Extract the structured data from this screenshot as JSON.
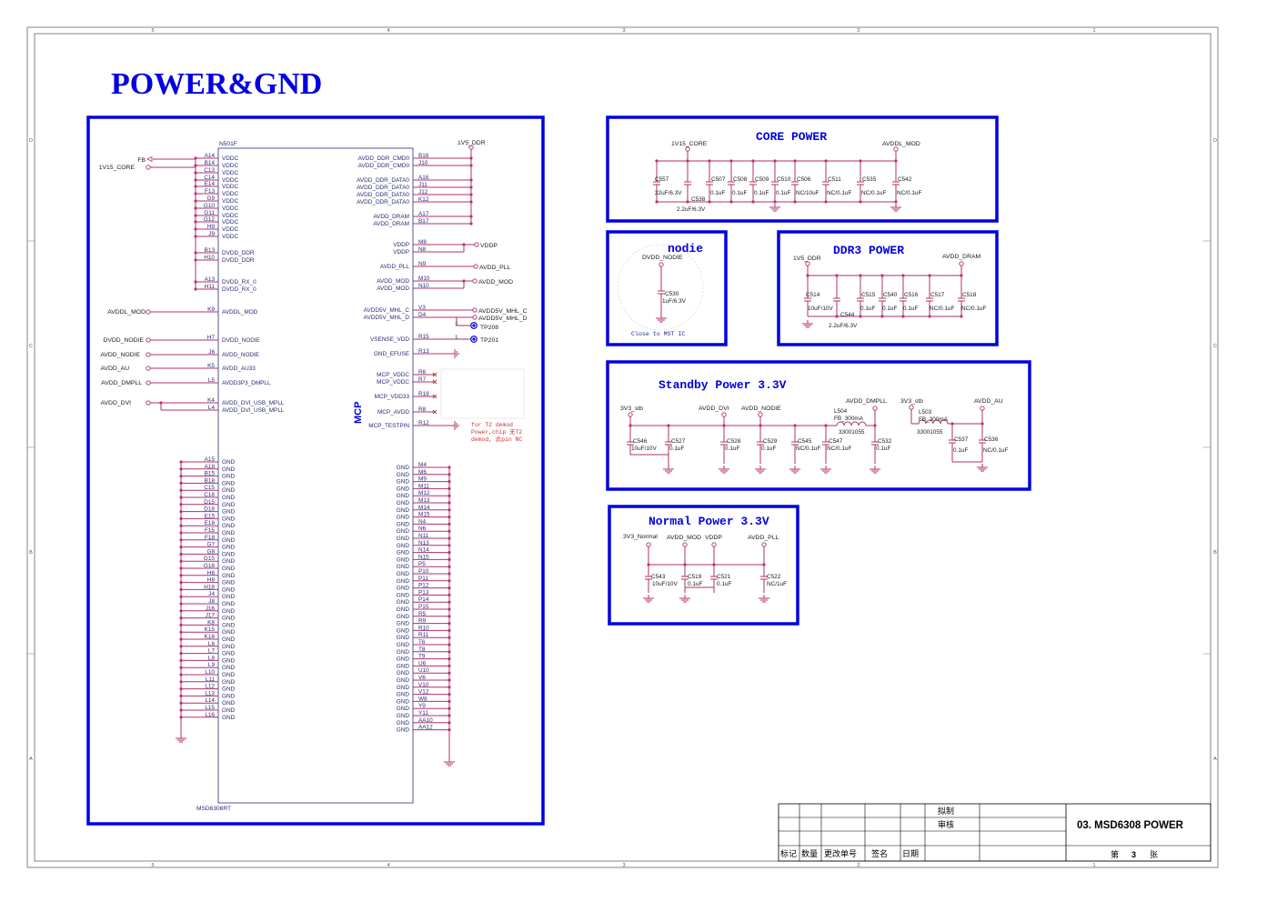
{
  "title": "POWER&GND",
  "chip": {
    "ref": "N501F",
    "part": "MSD6308RT",
    "label": "MCP"
  },
  "left_pins": [
    {
      "num": "A14",
      "name": "VDDC"
    },
    {
      "num": "B14",
      "name": "VDDC"
    },
    {
      "num": "C13",
      "name": "VDDC"
    },
    {
      "num": "C14",
      "name": "VDDC"
    },
    {
      "num": "E14",
      "name": "VDDC"
    },
    {
      "num": "F13",
      "name": "VDDC"
    },
    {
      "num": "G9",
      "name": "VDDC"
    },
    {
      "num": "G10",
      "name": "VDDC"
    },
    {
      "num": "G11",
      "name": "VDDC"
    },
    {
      "num": "G12",
      "name": "VDDC"
    },
    {
      "num": "H9",
      "name": "VDDC"
    },
    {
      "num": "J9",
      "name": "VDDC"
    },
    {
      "num": "B13",
      "name": "DVDD_DDR"
    },
    {
      "num": "H10",
      "name": "DVDD_DDR"
    },
    {
      "num": "A13",
      "name": "DVDD_RX_0"
    },
    {
      "num": "H11",
      "name": "DVDD_RX_0"
    },
    {
      "num": "K9",
      "name": "AVDDL_MOD"
    },
    {
      "num": "H7",
      "name": "DVDD_NODIE"
    },
    {
      "num": "J6",
      "name": "AVDD_NODIE"
    },
    {
      "num": "K5",
      "name": "AVDD_AU33"
    },
    {
      "num": "L5",
      "name": "AVDD3P3_DMPLL"
    },
    {
      "num": "K4",
      "name": "AVDD_DVI_USB_MPLL"
    },
    {
      "num": "L4",
      "name": "AVDD_DVI_USB_MPLL"
    }
  ],
  "left_nets": {
    "fb": "FB",
    "core": "1V15_CORE",
    "avddl_mod": "AVDDL_MOD",
    "dvdd_nodie": "DVDD_NODIE",
    "avdd_nodie": "AVDD_NODIE",
    "avdd_au": "AVDD_AU",
    "avdd_dmpll": "AVDD_DMPLL",
    "avdd_dvi": "AVDD_DVI"
  },
  "left_gnd": [
    "A15",
    "A18",
    "B15",
    "B18",
    "C15",
    "C18",
    "D15",
    "D18",
    "E15",
    "E18",
    "F15",
    "F18",
    "G7",
    "G8",
    "G15",
    "G18",
    "H6",
    "H8",
    "H18",
    "J4",
    "J8",
    "J16",
    "J17",
    "K8",
    "K15",
    "K16",
    "L6",
    "L7",
    "L8",
    "L9",
    "L10",
    "L11",
    "L12",
    "L13",
    "L14",
    "L15",
    "L16"
  ],
  "gnd_name": "GND",
  "right_pins": [
    {
      "num": "B16",
      "name": "AVDD_DDR_CMD0"
    },
    {
      "num": "J10",
      "name": "AVDD_DDR_CMD0"
    },
    {
      "num": "A16",
      "name": "AVDD_DDR_DATA0"
    },
    {
      "num": "J11",
      "name": "AVDD_DDR_DATA0"
    },
    {
      "num": "J12",
      "name": "AVDD_DDR_DATA0"
    },
    {
      "num": "K12",
      "name": "AVDD_DDR_DATA0"
    },
    {
      "num": "A17",
      "name": "AVDD_DRAM"
    },
    {
      "num": "B17",
      "name": "AVDD_DRAM"
    },
    {
      "num": "M8",
      "name": "VDDP"
    },
    {
      "num": "N8",
      "name": "VDDP"
    },
    {
      "num": "N9",
      "name": "AVDD_PLL"
    },
    {
      "num": "M10",
      "name": "AVDD_MOD"
    },
    {
      "num": "N10",
      "name": "AVDD_MOD"
    },
    {
      "num": "V3",
      "name": "AVDD5V_MHL_C"
    },
    {
      "num": "D4",
      "name": "AVDD5V_MHL_D"
    },
    {
      "num": "R15",
      "name": "VSENSE_VDD"
    },
    {
      "num": "R13",
      "name": "GND_EFUSE"
    },
    {
      "num": "R6",
      "name": "MCP_VDDC"
    },
    {
      "num": "R7",
      "name": "MCP_VDDC"
    },
    {
      "num": "R19",
      "name": "MCP_VDD33"
    },
    {
      "num": "R8",
      "name": "MCP_AVDD"
    },
    {
      "num": "R12",
      "name": "MCP_TESTPIN"
    }
  ],
  "right_nets": {
    "ddr": "1V5_DDR",
    "vddp": "VDDP",
    "avdd_pll": "AVDD_PLL",
    "avdd_mod": "AVDD_MOD",
    "mhl_c": "AVDD5V_MHL_C",
    "mhl_d": "AVDD5V_MHL_D",
    "tp208": "TP208",
    "tp201": "TP201",
    "one": "1"
  },
  "mcp_note": [
    "for T2 demod",
    "Power,chip 无T2",
    "demod, 此pin NC"
  ],
  "right_gnd": [
    "M4",
    "M6",
    "M9",
    "M11",
    "M12",
    "M13",
    "M14",
    "M15",
    "N4",
    "N6",
    "N11",
    "N13",
    "N14",
    "N15",
    "P5",
    "P10",
    "P11",
    "P12",
    "P13",
    "P14",
    "P15",
    "R5",
    "R9",
    "R10",
    "R11",
    "T6",
    "T8",
    "T9",
    "U6",
    "U10",
    "V6",
    "V10",
    "V12",
    "W8",
    "Y9",
    "Y11",
    "AA10",
    "AA12"
  ],
  "core": {
    "title": "CORE POWER",
    "net_l": "1V15_CORE",
    "net_r": "AVDDL_MOD",
    "caps": [
      {
        "ref": "C557",
        "val": "22uF/6.3V"
      },
      {
        "ref": "C538",
        "val": "2.2uF/6.3V"
      },
      {
        "ref": "C507",
        "val": "0.1uF"
      },
      {
        "ref": "C508",
        "val": "0.1uF"
      },
      {
        "ref": "C509",
        "val": "0.1uF"
      },
      {
        "ref": "C510",
        "val": "0.1uF"
      },
      {
        "ref": "C506",
        "val": "NC/10uF"
      },
      {
        "ref": "C511",
        "val": "NC/0.1uF"
      },
      {
        "ref": "C535",
        "val": "NC/0.1uF"
      },
      {
        "ref": "C542",
        "val": "NC/0.1uF"
      }
    ]
  },
  "nodie": {
    "title": "nodie",
    "net": "DVDD_NODIE",
    "cap": {
      "ref": "C530",
      "val": "1uF/6.3V"
    },
    "note": "Close to MST IC"
  },
  "ddr3": {
    "title": "DDR3 POWER",
    "net_l": "1V5_DDR",
    "net_r": "AVDD_DRAM",
    "caps": [
      {
        "ref": "C514",
        "val": "10uF/10V"
      },
      {
        "ref": "C544",
        "val": "2.2uF/6.3V"
      },
      {
        "ref": "C515",
        "val": "0.1uF"
      },
      {
        "ref": "C540",
        "val": "0.1uF"
      },
      {
        "ref": "C516",
        "val": "0.1uF"
      },
      {
        "ref": "C517",
        "val": "NC/0.1uF"
      },
      {
        "ref": "C518",
        "val": "NC/0.1uF"
      }
    ]
  },
  "standby": {
    "title": "Standby Power 3.3V",
    "nets": [
      "3V3_stb",
      "AVDD_DVI",
      "AVDD_NODIE",
      "AVDD_DMPLL",
      "3V3_stb",
      "AVDD_AU"
    ],
    "l504": {
      "ref": "L504",
      "val": "FB_300mA",
      "code": "33001055"
    },
    "l503": {
      "ref": "L503",
      "val": "FB_300mA",
      "code": "33001055"
    },
    "caps": [
      {
        "ref": "C546",
        "val": "10uF/10V"
      },
      {
        "ref": "C527",
        "val": "0.1uF"
      },
      {
        "ref": "C528",
        "val": "0.1uF"
      },
      {
        "ref": "C529",
        "val": "0.1uF"
      },
      {
        "ref": "C545",
        "val": "NC/0.1uF"
      },
      {
        "ref": "C547",
        "val": "NC/0.1uF"
      },
      {
        "ref": "C532",
        "val": "0.1uF"
      },
      {
        "ref": "C537",
        "val": "0.1uF"
      },
      {
        "ref": "C536",
        "val": "NC/0.1uF"
      }
    ]
  },
  "normal": {
    "title": "Normal Power 3.3V",
    "nets": [
      "3V3_Normal",
      "AVDD_MOD",
      "VDDP",
      "AVDD_PLL"
    ],
    "caps": [
      {
        "ref": "C543",
        "val": "10uF/10V"
      },
      {
        "ref": "C519",
        "val": "0.1uF"
      },
      {
        "ref": "C521",
        "val": "0.1uF"
      },
      {
        "ref": "C522",
        "val": "NC/1uF"
      }
    ]
  },
  "titleblock": {
    "draft": "拟制",
    "review": "审核",
    "cols": [
      "标记",
      "数量",
      "更改单号",
      "签名",
      "日期"
    ],
    "name": "03. MSD6308 POWER",
    "sheet_pre": "第",
    "sheet_no": "3",
    "sheet_post": "张"
  },
  "grid": {
    "top": [
      "5",
      "4",
      "3",
      "2",
      "1"
    ],
    "side": [
      "D",
      "C",
      "B",
      "A"
    ]
  },
  "colors": {
    "frame": "#0000e0",
    "wire": "#b0306a",
    "text": "#2a2a78"
  }
}
